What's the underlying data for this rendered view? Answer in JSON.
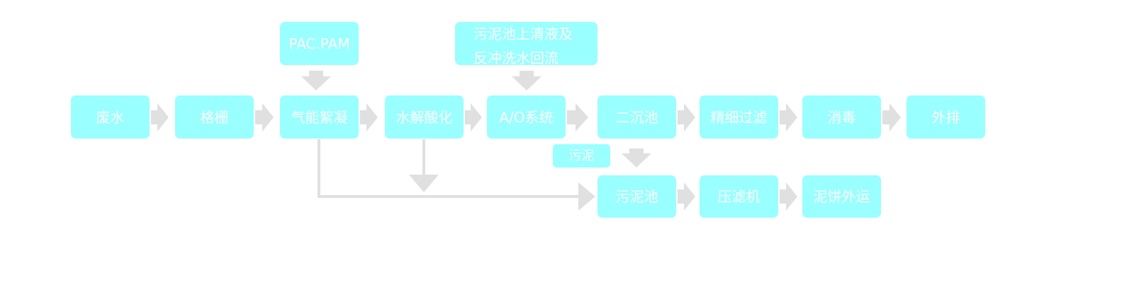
{
  "colors": {
    "box": "#99ffff",
    "arrow": "#e0e0e0",
    "text": "#ffffff"
  },
  "inputs": {
    "chemicals": "PAC.PAM",
    "reflux_line1": "污泥池上清液及",
    "reflux_line2": "反冲洗水回流"
  },
  "main_flow": [
    "废水",
    "格栅",
    "气能絮凝",
    "水解酸化",
    "A/O系统",
    "二沉池",
    "精细过滤",
    "消毒",
    "外排"
  ],
  "sludge_label": "污泥",
  "sludge_flow": [
    "污泥池",
    "压滤机",
    "泥饼外运"
  ]
}
